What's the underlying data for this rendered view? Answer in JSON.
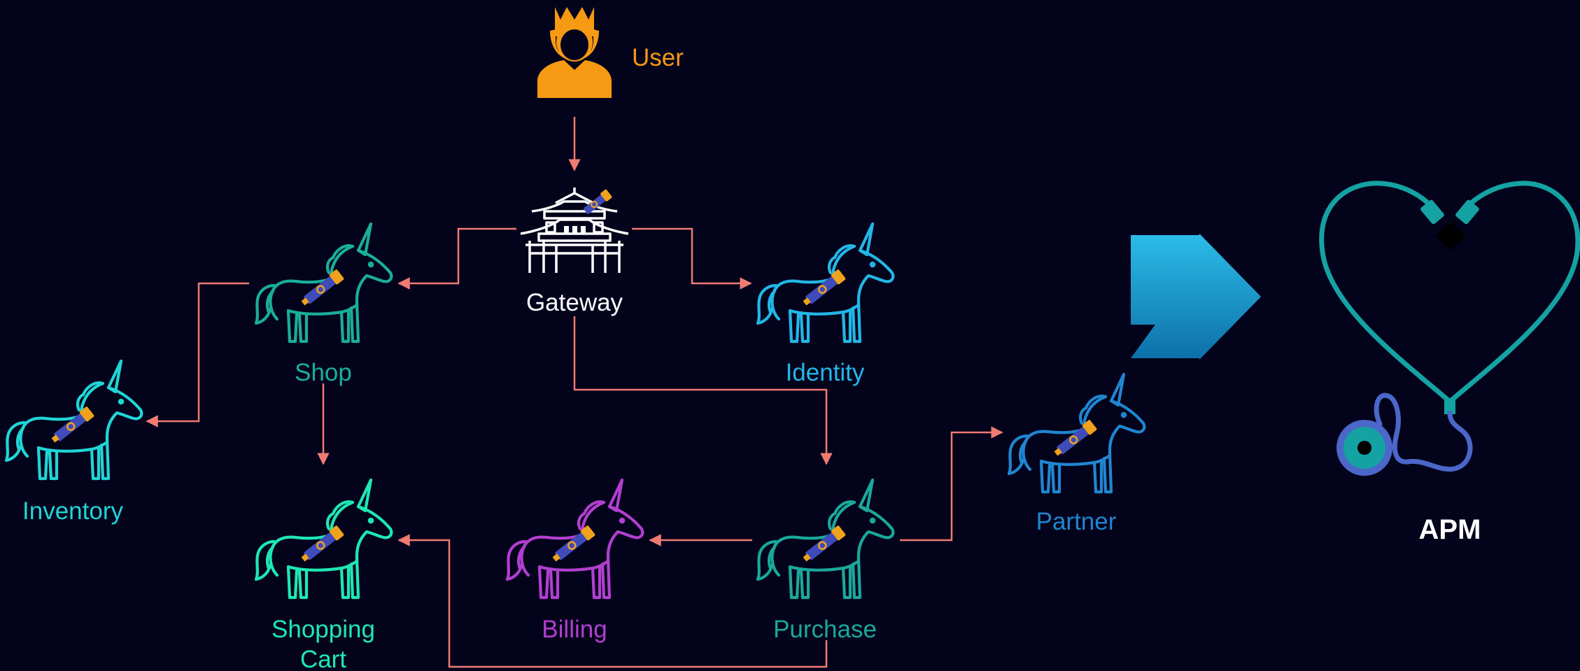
{
  "colors": {
    "background": "#04031c",
    "connector": "#f07b73",
    "user": "#f59a12",
    "gateway": "#ffffff",
    "shop": "#1aae9a",
    "identity": "#22b7e6",
    "inventory": "#1fd6d6",
    "shopping_cart": "#1ee8b4",
    "billing": "#b13fcf",
    "purchase": "#1aa89a",
    "partner": "#1f86d0",
    "apm_heart": "#15a2a3",
    "apm_tube": "#4a67c9",
    "apm_label": "#ffffff",
    "arrow_light": "#2bbde8",
    "arrow_dark": "#0d6fa8"
  },
  "user": {
    "label": "User",
    "icon": "user-crown-icon"
  },
  "gateway": {
    "label": "Gateway",
    "icon": "pagoda-gateway-icon"
  },
  "services": {
    "shop": {
      "label": "Shop",
      "icon": "unicorn-icon"
    },
    "identity": {
      "label": "Identity",
      "icon": "unicorn-icon"
    },
    "inventory": {
      "label": "Inventory",
      "icon": "unicorn-icon"
    },
    "shopping_cart": {
      "label_line1": "Shopping",
      "label_line2": "Cart",
      "icon": "unicorn-icon"
    },
    "billing": {
      "label": "Billing",
      "icon": "unicorn-icon"
    },
    "purchase": {
      "label": "Purchase",
      "icon": "unicorn-icon"
    },
    "partner": {
      "label": "Partner",
      "icon": "unicorn-icon"
    }
  },
  "transition": {
    "icon": "chevron-arrow-icon"
  },
  "apm": {
    "label": "APM",
    "icon": "stethoscope-heart-icon"
  }
}
